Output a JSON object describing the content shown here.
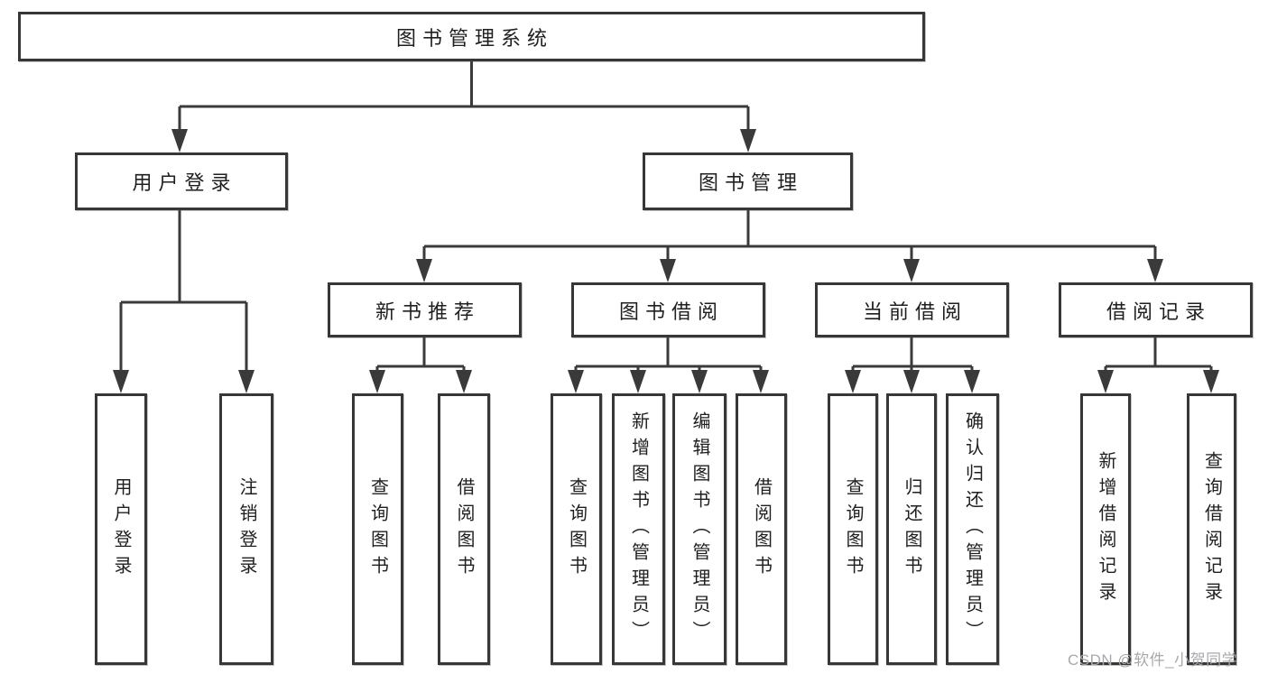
{
  "diagram": {
    "type": "tree-structure-diagram",
    "colors": {
      "background": "#ffffff",
      "box_border": "#373737",
      "box_fill": "#ffffff",
      "connector_line": "#3a3a3a",
      "text": "#1f1f1f",
      "watermark_text": "#a8a8ad"
    },
    "nodes": {
      "root": "图书管理系统",
      "level2": {
        "user_login": "用户登录",
        "book_management": "图书管理"
      },
      "level3": {
        "new_book_recommend": "新书推荐",
        "book_borrow": "图书借阅",
        "current_borrow": "当前借阅",
        "borrow_records": "借阅记录"
      },
      "leaves": {
        "user_login": "用户登录",
        "logout": "注销登录",
        "nb_query_books": "查询图书",
        "nb_borrow_books": "借阅图书",
        "bb_query_books": "查询图书",
        "bb_add_books": "新增图书（管理员）",
        "bb_edit_books": "编辑图书（管理员）",
        "bb_borrow_books": "借阅图书",
        "cb_query_books": "查询图书",
        "cb_return_books": "归还图书",
        "cb_confirm_return": "确认归还（管理员）",
        "br_add_record": "新增借阅记录",
        "br_query_record": "查询借阅记录"
      }
    },
    "watermark": "CSDN @软件_小贺同学"
  }
}
